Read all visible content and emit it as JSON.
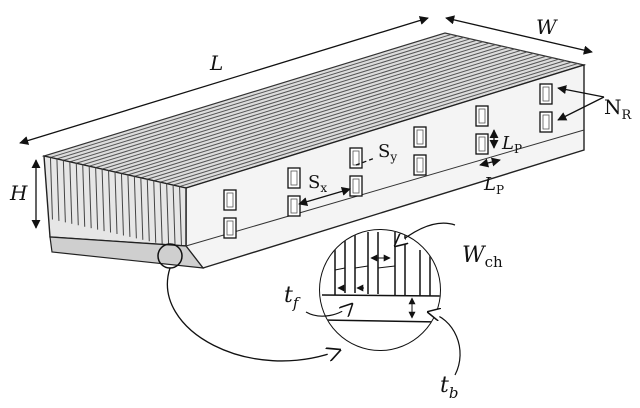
{
  "labels": {
    "L": "L",
    "W": "W",
    "H": "H",
    "N": "N",
    "N_sub": "R",
    "S": "S",
    "Sx_sub": "x",
    "Sy_sub": "y",
    "Lp": "L",
    "Lp_sub": "P",
    "Wch": "W",
    "Wch_sub": "ch",
    "t": "t",
    "tf_sub": "f",
    "tb_sub": "b"
  }
}
